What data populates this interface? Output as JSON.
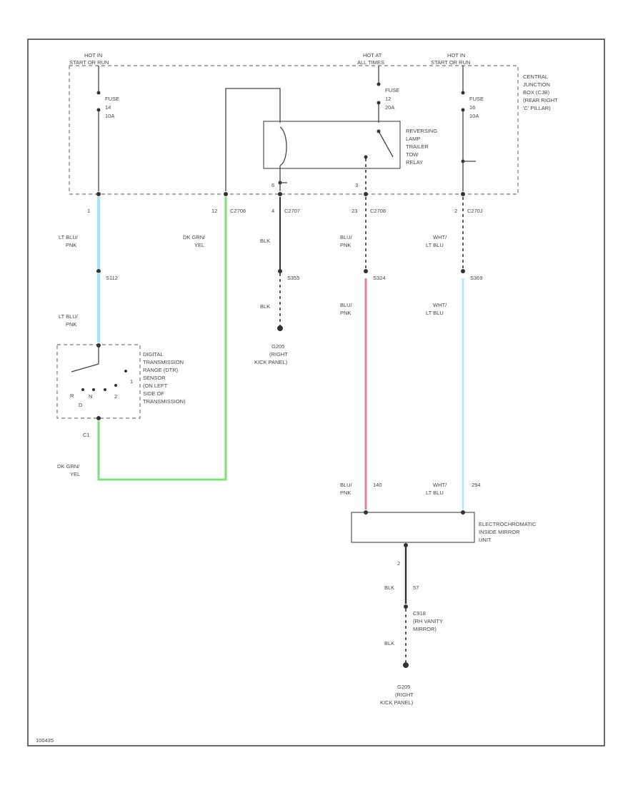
{
  "colors": {
    "lt_blu_pnk": "#9fe6f2",
    "dk_grn_yel": "#7ee07a",
    "blu_pnk": "#d8858f",
    "wht_lt_blu": "#bdebf2",
    "ink": "#444444"
  },
  "labels": {
    "hot1_a": "HOT IN",
    "hot1_b": "START OR RUN",
    "hot2_a": "HOT AT",
    "hot2_b": "ALL TIMES",
    "hot3_a": "HOT IN",
    "hot3_b": "START OR RUN",
    "fuse1": [
      "FUSE",
      "14",
      "10A"
    ],
    "fuse2": [
      "FUSE",
      "12",
      "20A"
    ],
    "fuse3": [
      "FUSE",
      "16",
      "10A"
    ],
    "cjb": [
      "CENTRAL",
      "JUNCTION",
      "BOX (CJB)",
      "(REAR RIGHT",
      "'C' PILLAR)"
    ],
    "relay": [
      "REVERSING",
      "LAMP",
      "TRAILER",
      "TOW",
      "RELAY"
    ],
    "pin_1": "1",
    "pin_12": "12",
    "c2708_a": "C2708",
    "pin_4": "4",
    "c2707": "C2707",
    "pin_23": "23",
    "c2708_b": "C2708",
    "pin_2": "2",
    "c270j": "C270J",
    "pin_6": "6",
    "pin_3": "3",
    "w_ltblu_pnk_1": [
      "LT BLU/",
      "PNK"
    ],
    "w_dkgrn_yel_1": [
      "DK GRN/",
      "YEL"
    ],
    "w_blk_1": "BLK",
    "w_blu_pnk_1": [
      "BLU/",
      "PNK"
    ],
    "w_wht_ltblu_1": [
      "WHT/",
      "LT BLU"
    ],
    "s112": "S112",
    "s355": "S355",
    "s324": "S324",
    "s369": "S369",
    "w_ltblu_pnk_2": [
      "LT BLU/",
      "PNK"
    ],
    "w_blk_2": "BLK",
    "w_blu_pnk_2": [
      "BLU/",
      "PNK"
    ],
    "w_wht_ltblu_2": [
      "WHT/",
      "LT BLU"
    ],
    "g205_a": [
      "G205",
      "(RIGHT",
      "KICK PANEL)"
    ],
    "dtr": [
      "DIGITAL",
      "TRANSMISSION",
      "RANGE (DTR)",
      "SENSOR",
      "(ON LEFT",
      "SIDE OF",
      "TRANSMISSION)"
    ],
    "dtr_pin_r": "R",
    "dtr_pin_n": "N",
    "dtr_pin_2": "2",
    "dtr_pin_1": "1",
    "dtr_pin_d": "D",
    "c1": "C1",
    "w_dkgrn_yel_2": [
      "DK GRN/",
      "YEL"
    ],
    "w_blu_pnk_3": [
      "BLU/",
      "PNK"
    ],
    "ckt_140": "140",
    "w_wht_ltblu_3": [
      "WHT/",
      "LT BLU"
    ],
    "ckt_294": "294",
    "mirror": [
      "ELECTROCHROMATIC",
      "INSIDE MIRROR",
      "UNIT"
    ],
    "mirror_pin_2": "2",
    "w_blk_3": "BLK",
    "ckt_57": "57",
    "c918": [
      "C918",
      "(RH VANITY",
      "MIRROR)"
    ],
    "w_blk_4": "BLK",
    "g205_b": [
      "G205",
      "(RIGHT",
      "KICK PANEL)"
    ],
    "footer": "100435"
  }
}
